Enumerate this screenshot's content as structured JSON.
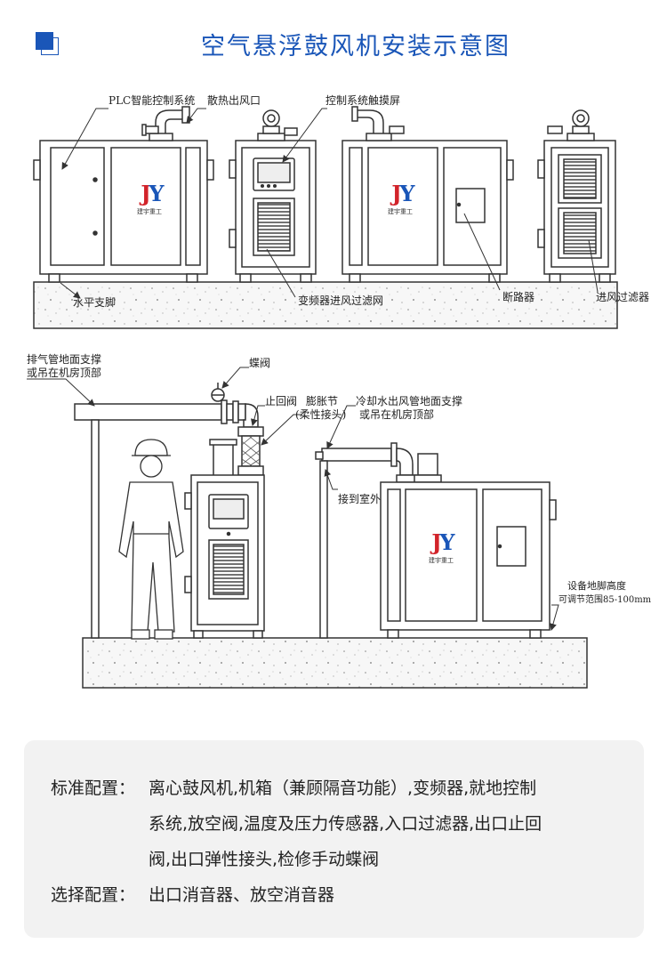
{
  "title": "空气悬浮鼓风机安装示意图",
  "labels": {
    "plc": "PLC智能控制系统",
    "heat_outlet": "散热出风口",
    "touchscreen": "控制系统触摸屏",
    "level_foot": "水平支脚",
    "vfd_filter": "变频器进风过滤网",
    "breaker": "断路器",
    "inlet_filter": "进风过滤器",
    "exhaust_support_1": "排气管地面支撑",
    "exhaust_support_2": "或吊在机房顶部",
    "butterfly_valve": "蝶阀",
    "check_valve": "止回阀",
    "expansion_1": "膨胀节",
    "expansion_2": "(柔性接头)",
    "cooling_1": "冷却水出风管地面支撑",
    "cooling_2": "或吊在机房顶部",
    "to_outdoor": "接到室外",
    "foot_height_1": "设备地脚高度",
    "foot_height_2": "可调节范围85-100mm",
    "logo_text": "建宇重工"
  },
  "config": {
    "standard_label": "标准配置：",
    "standard_line1": "离心鼓风机,机箱（兼顾隔音功能）,变频器,就地控制",
    "standard_line2": "系统,放空阀,温度及压力传感器,入口过滤器,出口止回",
    "standard_line3": "阀,出口弹性接头,检修手动蝶阀",
    "optional_label": "选择配置：",
    "optional_text": "出口消音器、放空消音器"
  },
  "colors": {
    "title": "#1a56b8",
    "line": "#333333",
    "logo_red": "#d2232a",
    "logo_blue": "#1a56b8",
    "config_bg": "#f2f2f2"
  }
}
